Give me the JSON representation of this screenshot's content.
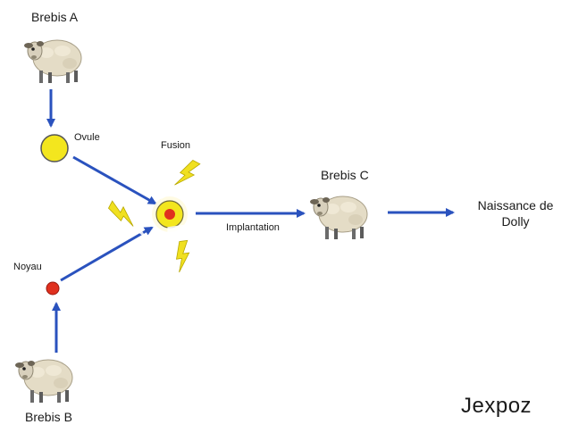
{
  "labels": {
    "brebis_a": "Brebis A",
    "brebis_b": "Brebis B",
    "brebis_c": "Brebis C",
    "ovule": "Ovule",
    "noyau": "Noyau",
    "fusion": "Fusion",
    "implantation": "Implantation",
    "naissance_line1": "Naissance de",
    "naissance_line2": "Dolly"
  },
  "brand": "Jexpoz",
  "colors": {
    "arrow": "#2a52be",
    "ovule": "#f3e61e",
    "noyau": "#e0301e",
    "spark": "#f0e020",
    "wool": "#e4dcc6",
    "face": "#d8d0bc"
  },
  "icons": {
    "sheep": "sheep-icon",
    "lightning": "lightning-bolt-icon"
  }
}
